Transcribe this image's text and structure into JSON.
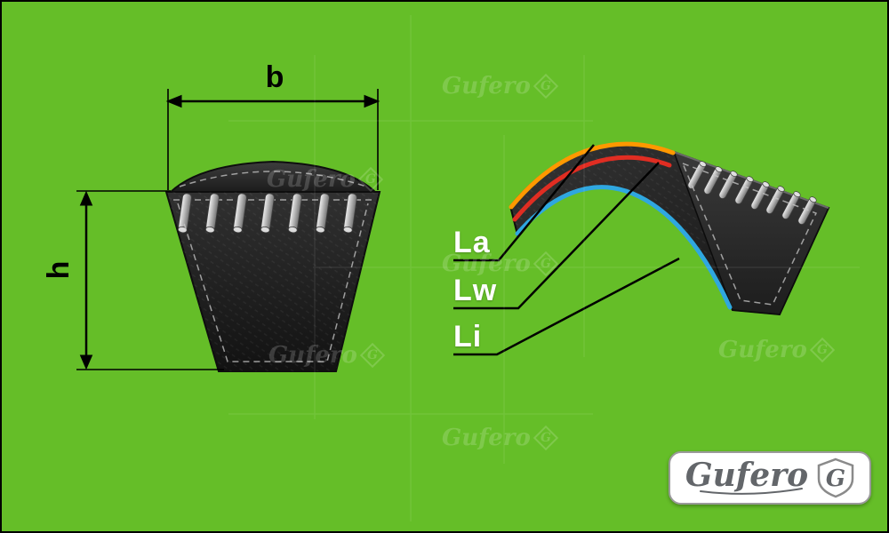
{
  "colors": {
    "background": "#65be28",
    "frame": "#000000"
  },
  "cross_section": {
    "width_label": "b",
    "height_label": "h"
  },
  "belt_lengths": {
    "outer": {
      "label": "La",
      "color": "#ff9800"
    },
    "pitch": {
      "label": "Lw",
      "color": "#e02d22"
    },
    "inner": {
      "label": "Li",
      "color": "#2fa7e0"
    }
  },
  "logo": {
    "brand": "Gufero",
    "monogram": "G"
  },
  "watermark": {
    "text": "Gufero",
    "monogram": "G"
  }
}
